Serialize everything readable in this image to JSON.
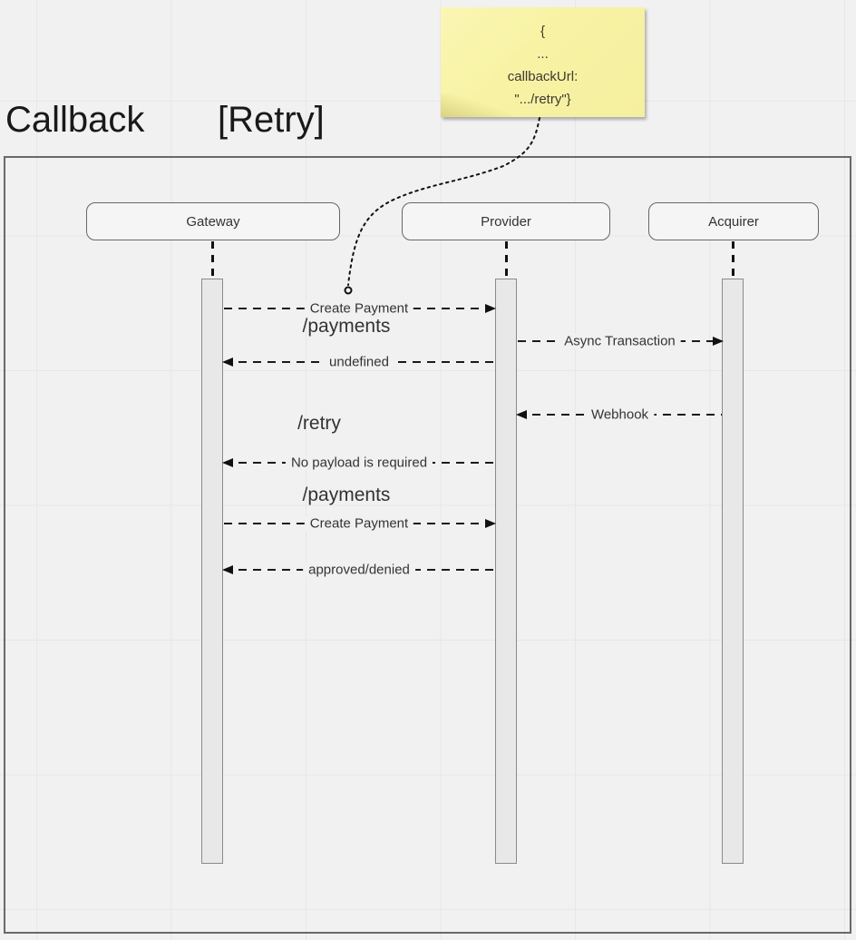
{
  "title": {
    "name": "Callback",
    "variant": "[Retry]"
  },
  "note": {
    "lines": [
      "{",
      "...",
      "callbackUrl:",
      "\".../retry\"}"
    ],
    "fill_color": "#f8f3a4"
  },
  "participants": [
    {
      "name": "Gateway"
    },
    {
      "name": "Provider"
    },
    {
      "name": "Acquirer"
    }
  ],
  "messages": [
    {
      "label": "Create Payment",
      "from": "Gateway",
      "to": "Provider",
      "direction": "right"
    },
    {
      "label": "Async Transaction",
      "from": "Provider",
      "to": "Acquirer",
      "direction": "right"
    },
    {
      "label": "undefined",
      "from": "Provider",
      "to": "Gateway",
      "direction": "left"
    },
    {
      "label": "Webhook",
      "from": "Acquirer",
      "to": "Provider",
      "direction": "left"
    },
    {
      "label": "No payload is required",
      "from": "Provider",
      "to": "Gateway",
      "direction": "left"
    },
    {
      "label": "Create Payment",
      "from": "Gateway",
      "to": "Provider",
      "direction": "right"
    },
    {
      "label": "approved/denied",
      "from": "Provider",
      "to": "Gateway",
      "direction": "left"
    }
  ],
  "free_labels": [
    {
      "text": "/payments"
    },
    {
      "text": "/retry"
    },
    {
      "text": "/payments"
    }
  ],
  "colors": {
    "background": "#f1f1f2",
    "grid_line": "#e6e7e8",
    "frame_border": "#696969",
    "shape_fill": "#f5f5f5",
    "activation_fill": "#e8e8e8",
    "line": "#1a1a1a",
    "text": "#333333",
    "note_fill": "#f8f3a4"
  }
}
